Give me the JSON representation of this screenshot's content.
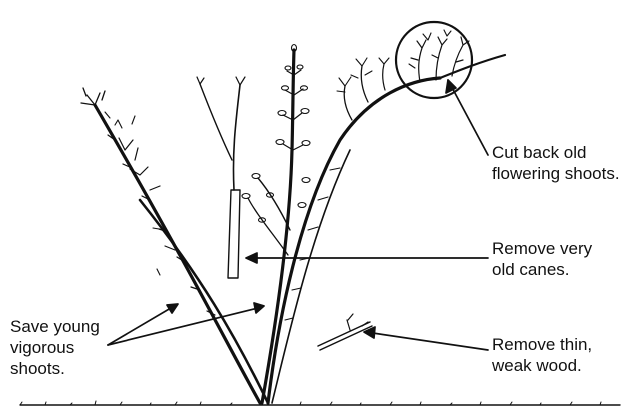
{
  "labels": {
    "cut_back": {
      "line1": "Cut back old",
      "line2": "flowering shoots."
    },
    "remove_old": {
      "line1": "Remove very",
      "line2": "old canes."
    },
    "remove_thin": {
      "line1": "Remove thin,",
      "line2": "weak wood."
    },
    "save_young": {
      "line1": "Save young",
      "line2": "vigorous",
      "line3": "shoots."
    }
  },
  "colors": {
    "ink": "#111111",
    "background": "#ffffff"
  }
}
